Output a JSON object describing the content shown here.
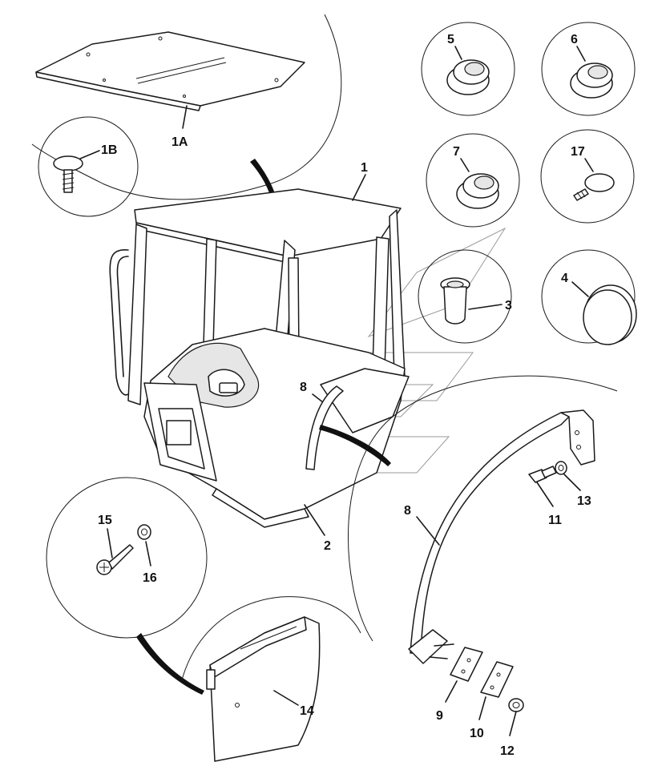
{
  "labels": {
    "l1": "1",
    "l1a": "1A",
    "l1b": "1B",
    "l2": "2",
    "l3": "3",
    "l4": "4",
    "l5": "5",
    "l6": "6",
    "l7": "7",
    "l8a": "8",
    "l8b": "8",
    "l9": "9",
    "l10": "10",
    "l11": "11",
    "l12": "12",
    "l13": "13",
    "l14": "14",
    "l15": "15",
    "l16": "16",
    "l17": "17"
  },
  "colors": {
    "line": "#1a1a1a",
    "watermark": "#9a9a9a",
    "background": "#ffffff"
  }
}
